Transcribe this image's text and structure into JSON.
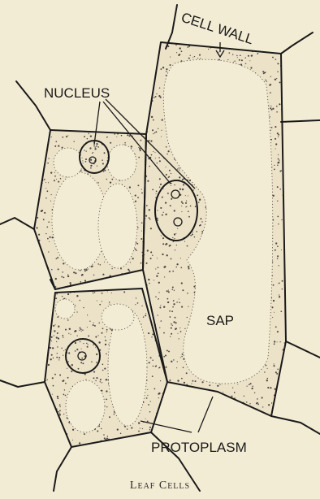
{
  "labels": {
    "cell_wall": "CELL WALL",
    "nucleus": "NUCLEUS",
    "sap": "SAP",
    "protoplasm": "PROTOPLASM"
  },
  "caption": "Leaf Cells",
  "colors": {
    "background": "#f3ecd4",
    "ink": "#1a1a1a",
    "stipple": "#4a4440"
  }
}
